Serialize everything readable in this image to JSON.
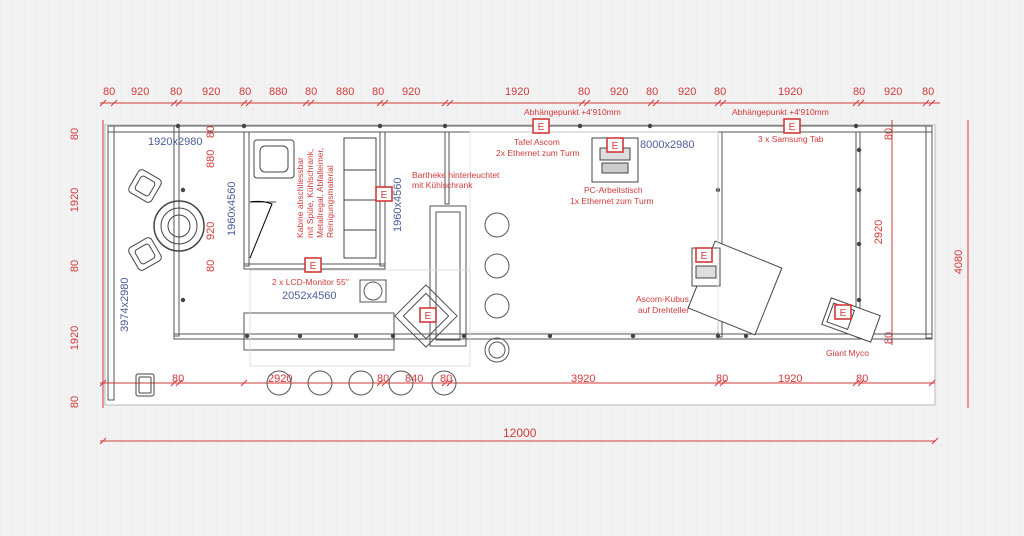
{
  "top_dims": [
    "80",
    "920",
    "80",
    "920",
    "80",
    "880",
    "80",
    "880",
    "80",
    "920",
    "1920",
    "80",
    "920",
    "80",
    "920",
    "80",
    "1920",
    "80",
    "920",
    "80"
  ],
  "left_dims": [
    "80",
    "1920",
    "80",
    "1920",
    "80"
  ],
  "right_dims": {
    "inner": "2920",
    "outer": "4080"
  },
  "bottom_dims": [
    "80",
    "2920",
    "80",
    "840",
    "80",
    "3920",
    "80",
    "1920",
    "80"
  ],
  "overall": "12000",
  "areas": {
    "lounge": "1920x2980",
    "cabin": "1960x4560",
    "cabin2": "1960x4560",
    "main": "8000x2980",
    "lower": "2052x4560",
    "left": "3974x2980",
    "small": "880",
    "small2": "920"
  },
  "notes": {
    "cabin_text": [
      "Kabine abschliessbar",
      "mit Spüle, Kühlschrank,",
      "Metallregal, Abfalleimer,",
      "Reinigungsmaterial"
    ],
    "bar": [
      "Bartheke hinterleuchtet",
      "mit Kühlschrank"
    ],
    "lcd": "2 x LCD-Monitor 55\"",
    "hang1": "Abhängepunkt +4'910mm",
    "tafel": "Tafel Ascom",
    "eth2": "2x Ethernet zum Turm",
    "hang2": "Abhängepunkt +4'910mm",
    "samsung": "3 x Samsung Tab",
    "pc": "PC-Arbeitstisch",
    "eth1": "1x Ethernet zum Turm",
    "ascom": "Ascom-Kubus",
    "dreh": "auf Drehteller",
    "giant": "Giant Myco"
  },
  "marker_letter": "E"
}
